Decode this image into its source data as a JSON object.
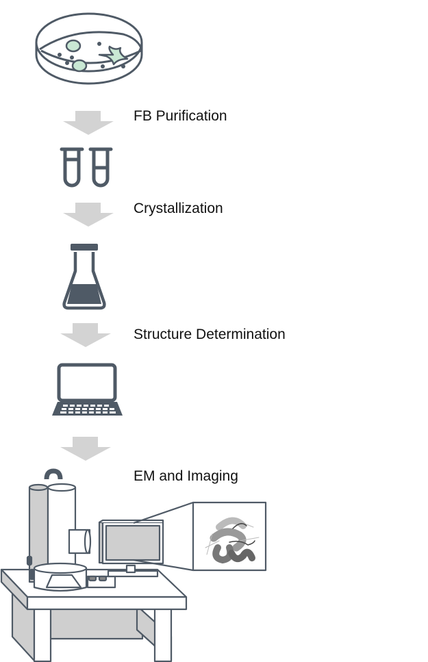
{
  "diagram": {
    "title": "",
    "steps": [
      {
        "id": "culture",
        "icon": "petri-dish-icon",
        "label": ""
      },
      {
        "id": "purification",
        "icon": "test-tubes-icon",
        "label": "FB Purification"
      },
      {
        "id": "crystallization",
        "icon": "flask-icon",
        "label": "Crystallization"
      },
      {
        "id": "structure",
        "icon": "laptop-icon",
        "label": "Structure Determination"
      },
      {
        "id": "imaging",
        "icon": "electron-microscope-icon",
        "label": "EM and Imaging"
      }
    ],
    "arrows": [
      {
        "from": "culture",
        "to": "purification"
      },
      {
        "from": "purification",
        "to": "crystallization"
      },
      {
        "from": "crystallization",
        "to": "structure"
      },
      {
        "from": "structure",
        "to": "imaging"
      }
    ]
  },
  "colors": {
    "stroke": "#4f5a66",
    "arrow": "#d3d3d3",
    "accent_green": "#c9e8d4",
    "equipment_fill": "#cfcfcf",
    "text": "#111111"
  }
}
